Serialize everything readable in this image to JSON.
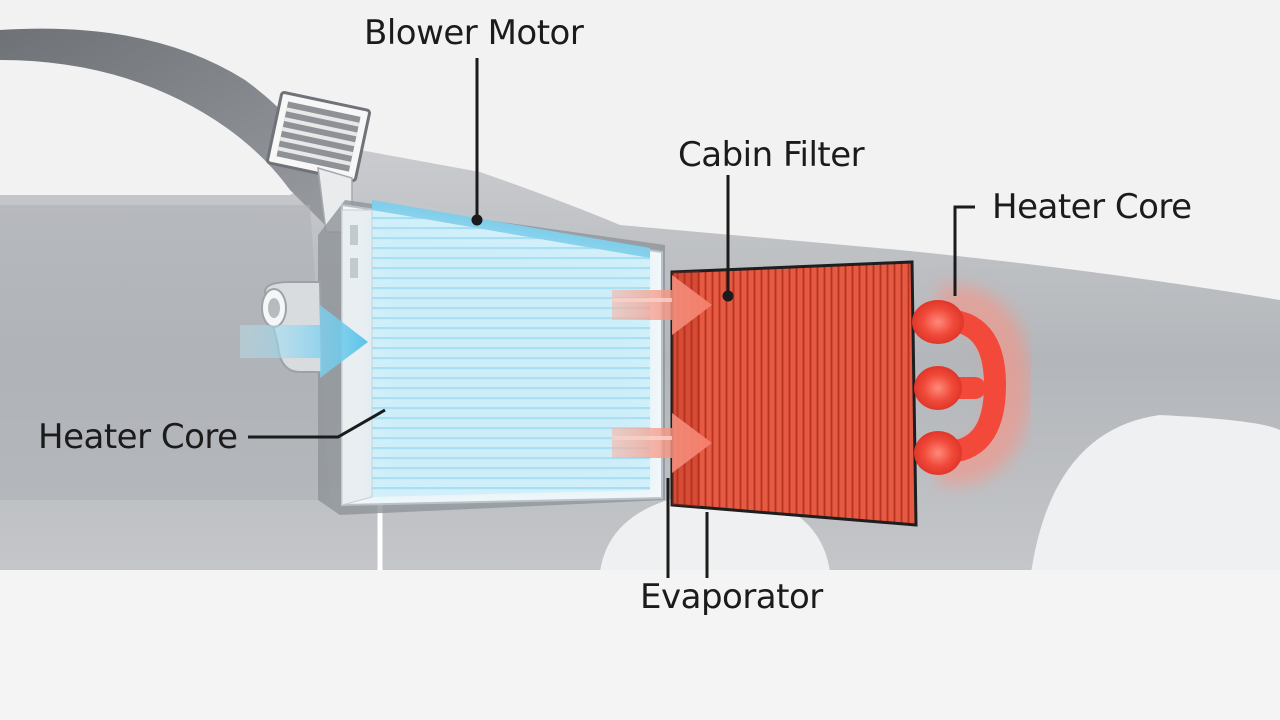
{
  "labels": {
    "blower_motor": "Blower Motor",
    "cabin_filter": "Cabin Filter",
    "heater_core_right": "Heater Core",
    "heater_core_left": "Heater Core",
    "evaporator": "Evaporator"
  },
  "colors": {
    "background": "#f2f2f2",
    "car_body": "#b9bcc0",
    "cool_air": "#7fcfee",
    "evaporator_fins": "#dff3fb",
    "filter_red": "#e2553f",
    "heater_red": "#f04a3a",
    "warm_air": "#f7a08f",
    "leader_line": "#1b1b1b"
  },
  "icons": {
    "dash_vent": "vent-grille-icon",
    "intake_duct": "intake-duct-icon",
    "cool_airflow": "cool-air-arrow-icon",
    "warm_airflow": "warm-air-arrow-icon"
  }
}
